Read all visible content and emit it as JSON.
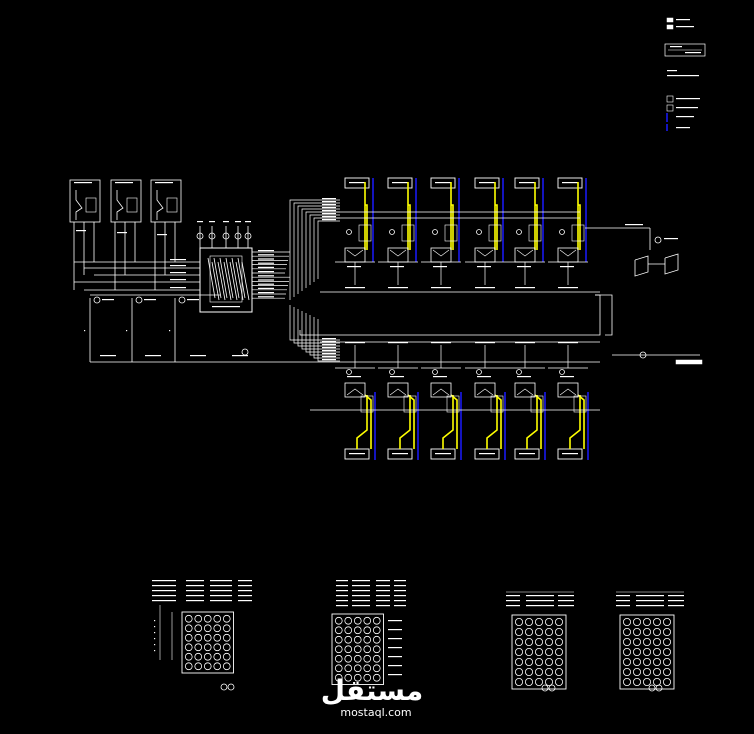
{
  "watermark": {
    "logo": "مستقل",
    "url": "mostaql.com"
  },
  "colors": {
    "background": "#000000",
    "line": "#ffffff",
    "fiber": "#ffff00",
    "trunk": "#1a1aff",
    "logo_accent": "#ff8c1a"
  },
  "diagram": {
    "power_panel_count": 3,
    "rack_columns": 6,
    "rack_rows": 2,
    "connection_grids": 4
  }
}
